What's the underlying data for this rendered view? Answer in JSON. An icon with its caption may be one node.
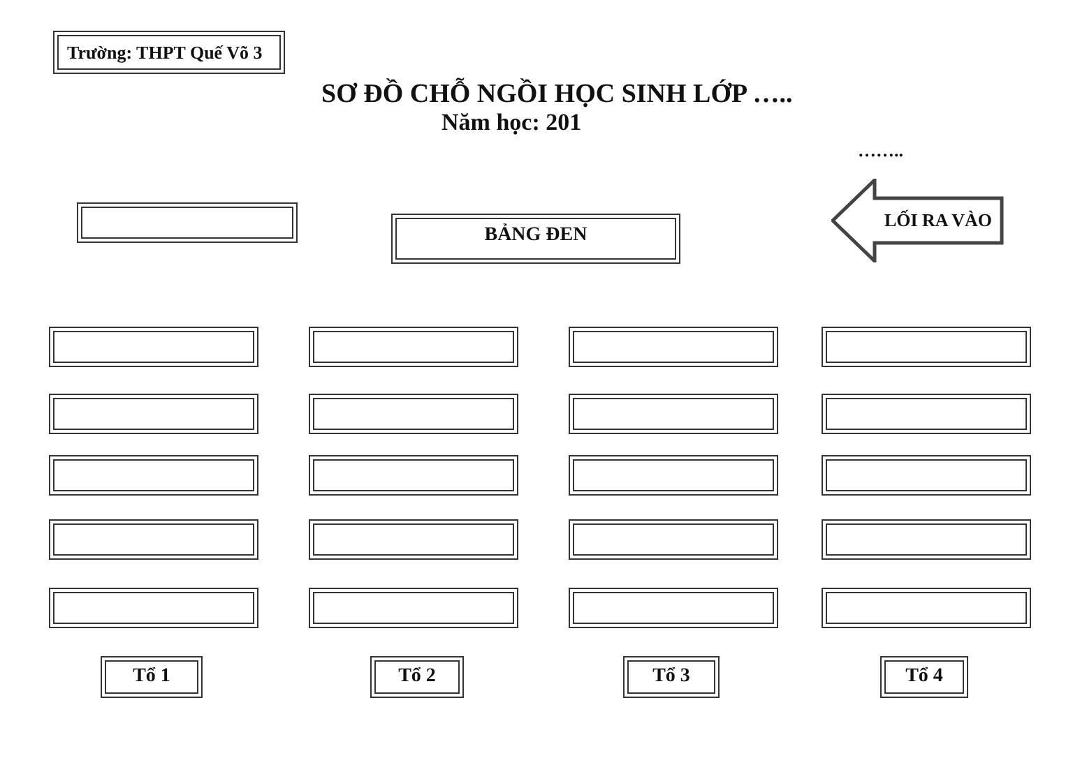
{
  "diagram": {
    "title": "SƠ ĐỒ CHỖ NGỒI HỌC SINH LỚP …..",
    "nodes": [
      {
        "text": [
          "Trường: THPT Quế Võ 3"
        ]
      },
      {
        "text": [],
        "shape": "box"
      },
      {
        "text": [
          "BẢNG ĐEN"
        ]
      },
      {
        "text": [
          "LỐI RA VÀO"
        ]
      },
      {
        "text": [],
        "shape": "box"
      },
      {
        "text": [],
        "shape": "box"
      },
      {
        "text": [],
        "shape": "box"
      },
      {
        "text": [],
        "shape": "box"
      },
      {
        "text": [],
        "shape": "box"
      },
      {
        "text": [],
        "shape": "box"
      },
      {
        "text": [],
        "shape": "box"
      },
      {
        "text": [],
        "shape": "box"
      },
      {
        "text": [],
        "shape": "box"
      },
      {
        "text": [],
        "shape": "box"
      },
      {
        "text": [],
        "shape": "box"
      },
      {
        "text": [],
        "shape": "box"
      },
      {
        "text": [],
        "shape": "box"
      },
      {
        "text": [],
        "shape": "box"
      },
      {
        "text": [],
        "shape": "box"
      },
      {
        "text": [],
        "shape": "box"
      },
      {
        "text": [],
        "shape": "box"
      },
      {
        "text": [],
        "shape": "box"
      },
      {
        "text": [],
        "shape": "box"
      },
      {
        "text": [],
        "shape": "box"
      },
      {
        "text": [
          "Tổ 1"
        ]
      },
      {
        "text": [
          "Tổ 2"
        ]
      },
      {
        "text": [
          "Tổ 3"
        ]
      },
      {
        "text": [
          "Tổ 4"
        ]
      }
    ],
    "edges": [],
    "labels": [
      "Năm học: 201",
      "…….."
    ]
  }
}
